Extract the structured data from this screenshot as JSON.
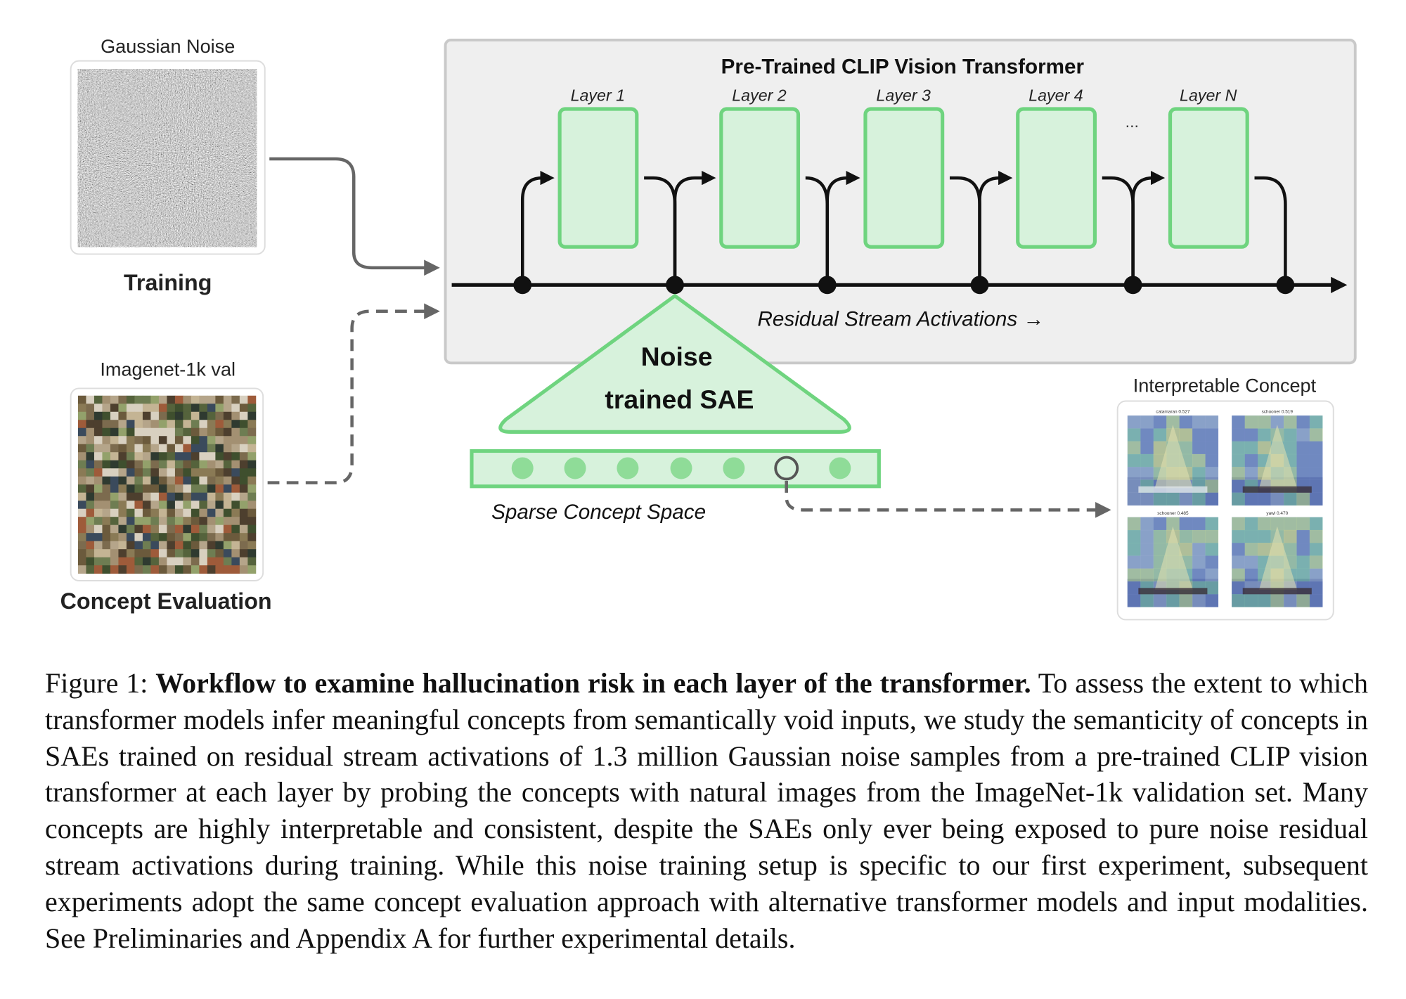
{
  "inputs": {
    "noise": {
      "label": "Gaussian Noise",
      "caption": "Training"
    },
    "imagenet": {
      "label": "Imagenet-1k val",
      "caption": "Concept Evaluation"
    }
  },
  "transformer": {
    "title": "Pre-Trained CLIP Vision Transformer",
    "layers": [
      "Layer 1",
      "Layer 2",
      "Layer 3",
      "Layer 4",
      "Layer N"
    ],
    "ellipsis": "...",
    "stream_label": "Residual Stream Activations →"
  },
  "sae": {
    "line1": "Noise",
    "line2": "trained SAE",
    "space_label": "Sparse Concept Space",
    "highlighted_unit": 6,
    "units": 7
  },
  "concept": {
    "title": "Interpretable Concept",
    "images": [
      {
        "label": "catamaran 0.527"
      },
      {
        "label": "schooner 0.519"
      },
      {
        "label": "schooner 0.485"
      },
      {
        "label": "yawl 0.470"
      }
    ]
  },
  "colors": {
    "green_fill": "#d7f2dc",
    "green_stroke": "#6fd47f",
    "panel": "#efefef",
    "panel_border": "#c9c9c9",
    "arrow": "#111111",
    "gray_arrow": "#666666"
  },
  "caption": {
    "label": "Figure 1:",
    "title": "Workflow to examine hallucination risk in each layer of the transformer.",
    "body": "To assess the extent to which transformer models infer meaningful concepts from semantically void inputs, we study the semanticity of concepts in SAEs trained on residual stream activations of 1.3 million Gaussian noise samples from a pre-trained CLIP vision transformer at each layer by probing the concepts with natural images from the ImageNet-1k validation set. Many concepts are highly interpretable and consistent, despite the SAEs only ever being exposed to pure noise residual stream activations during training. While this noise training setup is specific to our first experiment, subsequent experiments adopt the same concept evaluation approach with alternative transformer models and input modalities. See Preliminaries and Appendix A for further experimental details."
  }
}
